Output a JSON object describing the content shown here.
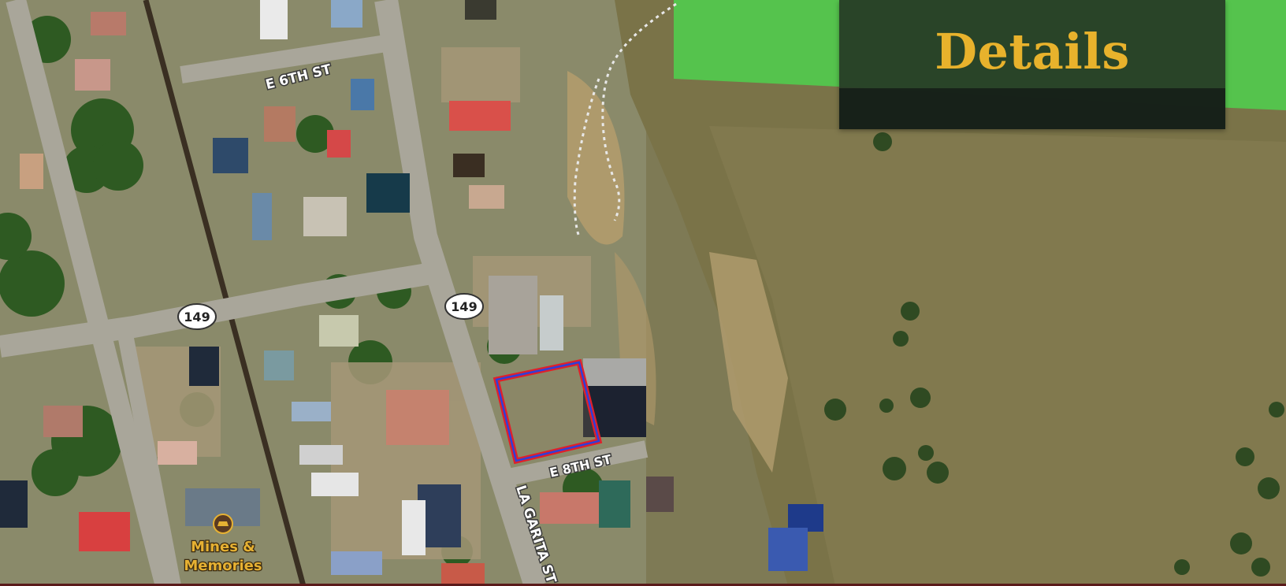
{
  "panel": {
    "title": "Details"
  },
  "map": {
    "street_labels": {
      "e6th": "E 6TH ST",
      "e8th": "E 8TH ST",
      "la_garita": "LA GARITA ST"
    },
    "highway_shields": {
      "west": "149",
      "east": "149"
    },
    "poi": {
      "line1": "Mines &",
      "line2": "Memories"
    },
    "parcel_outline_colors": {
      "outer": "#e0202a",
      "inner": "#2f3fd8"
    },
    "colors": {
      "panel_bg": "#263a26",
      "title": "#e8b22c",
      "green_overlay": "#4fd14f"
    }
  }
}
